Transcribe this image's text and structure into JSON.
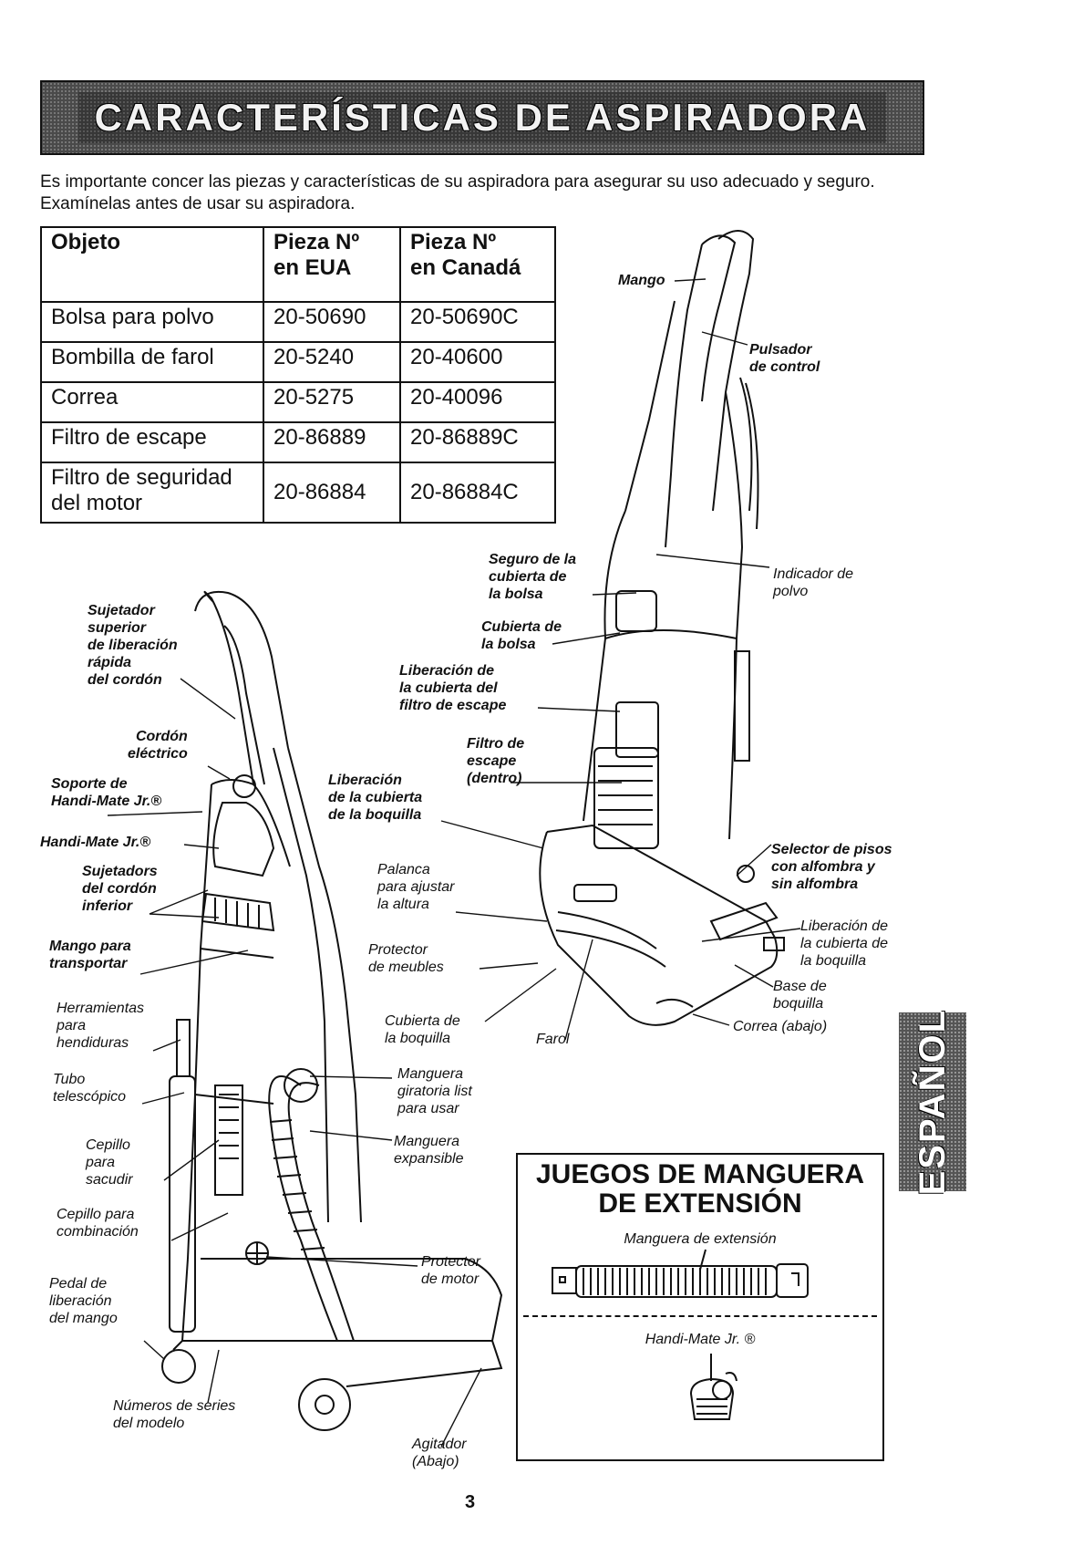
{
  "header": {
    "title": "CARACTERÍSTICAS DE ASPIRADORA"
  },
  "intro": "Es importante concer las piezas y características de su aspiradora para asegurar su uso adecuado y seguro. Examínelas antes de usar su aspiradora.",
  "parts_table": {
    "headers": [
      "Objeto",
      "Pieza Nº\nen EUA",
      "Pieza Nº\nen Canadá"
    ],
    "rows": [
      [
        "Bolsa para polvo",
        "20-50690",
        "20-50690C"
      ],
      [
        "Bombilla de farol",
        "20-5240",
        "20-40600"
      ],
      [
        "Correa",
        "20-5275",
        "20-40096"
      ],
      [
        "Filtro de escape",
        "20-86889",
        "20-86889C"
      ],
      [
        "Filtro de seguridad del motor",
        "20-86884",
        "20-86884C"
      ]
    ]
  },
  "labels": {
    "mango": "Mango",
    "pulsador": "Pulsador\nde control",
    "indicador": "Indicador de\npolvo",
    "seguro": "Seguro de la\ncubierta de\nla bolsa",
    "cubierta_bolsa": "Cubierta de\nla bolsa",
    "liberacion_filtro": "Liberación de\nla cubierta del\nfiltro de escape",
    "filtro_escape": "Filtro de\nescape\n(dentro)",
    "liberacion_boquilla_izq": "Liberación\nde la cubierta\nde la boquilla",
    "sujetador_superior": "Sujetador\nsuperior\nde liberación\nrápida\ndel cordón",
    "cordon": "Cordón\neléctrico",
    "soporte": "Soporte de\nHandi-Mate Jr.®",
    "handimate": "Handi-Mate Jr.®",
    "sujetadors": "Sujetadors\ndel cordón\ninferior",
    "mango_transportar": "Mango para\ntransportar",
    "herramientas": "Herramientas\npara\nhendiduras",
    "tubo": "Tubo\ntelescópico",
    "cepillo_sacudir": "Cepillo\npara\nsacudir",
    "cepillo_combinacion": "Cepillo para\ncombinación",
    "pedal": "Pedal de\nliberación\ndel mango",
    "numeros": "Números de series\ndel modelo",
    "agitador": "Agitador\n(Abajo)",
    "palanca": "Palanca\npara ajustar\nla altura",
    "protector_muebles": "Protector\nde meubles",
    "cubierta_boquilla": "Cubierta de\nla boquilla",
    "farol": "Farol",
    "manguera_giratoria": "Manguera\ngiratoria list\npara usar",
    "manguera_expansible": "Manguera\nexpansible",
    "protector_motor": "Protector\nde motor",
    "selector": "Selector de pisos\ncon alfombra y\nsin alfombra",
    "liberacion_boquilla_der": "Liberación de\nla cubierta de\nla boquilla",
    "base": "Base de\nboquilla",
    "correa": "Correa (abajo)"
  },
  "kit": {
    "title": "JUEGOS DE MANGUERA\nDE EXTENSIÓN",
    "hose_label": "Manguera de extensión",
    "tool_label": "Handi-Mate Jr. ®"
  },
  "side_tab": "ESPAÑOL",
  "page_number": "3"
}
